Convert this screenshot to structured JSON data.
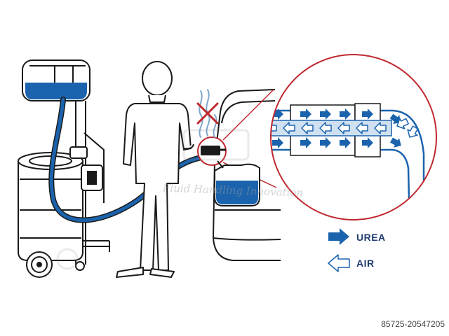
{
  "legend": {
    "urea_label": "UREA",
    "air_label": "AIR"
  },
  "watermark": {
    "tagline": "Fluid Handling Innovation",
    "listing_id": "85725-20547205"
  },
  "colors": {
    "urea_blue": "#1b63ad",
    "air_blue": "#1b63ad",
    "outline": "#1a1a1a",
    "detail_circle": "#c0282f",
    "prohibited_cross": "#c0282f",
    "vapor": "#7fa7cc",
    "fill_light_blue": "#cfe0f1"
  },
  "icons": {
    "urea_arrow": "solid-right-arrow-icon",
    "air_arrow": "outline-left-arrow-icon",
    "vapor_prohibited": "red-cross-icon"
  }
}
